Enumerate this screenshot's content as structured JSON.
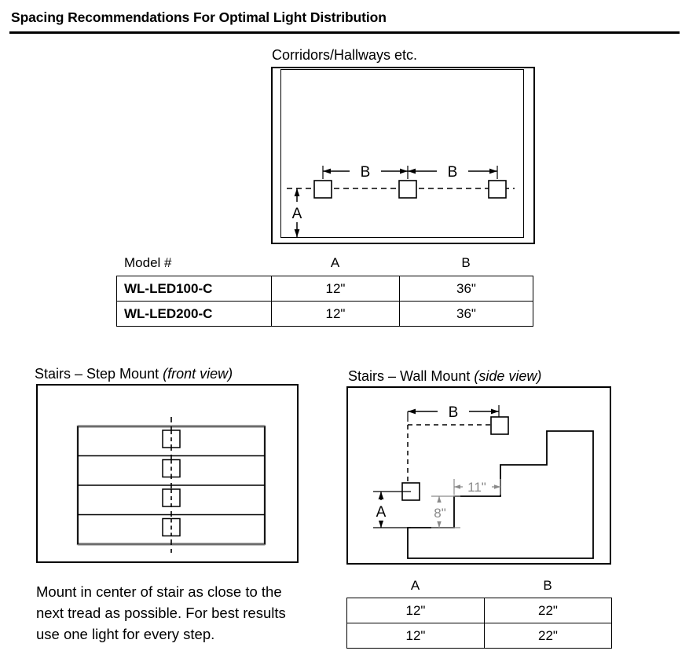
{
  "document": {
    "title": "Spacing Recommendations For Optimal Light Distribution"
  },
  "corridor_section": {
    "caption": "Corridors/Hallways etc.",
    "dimension_labels": {
      "vertical": "A",
      "horizontal_1": "B",
      "horizontal_2": "B"
    },
    "table": {
      "headers": [
        "Model #",
        "A",
        "B"
      ],
      "rows": [
        {
          "model": "WL-LED100-C",
          "a": "12\"",
          "b": "36\""
        },
        {
          "model": "WL-LED200-C",
          "a": "12\"",
          "b": "36\""
        }
      ]
    }
  },
  "step_mount_section": {
    "caption_main": "Stairs – Step Mount ",
    "caption_italic": "(front view)",
    "step_count": 4,
    "note": "Mount in center of stair as close to the next tread as possible. For best results use one light for every step."
  },
  "wall_mount_section": {
    "caption_main": "Stairs – Wall Mount ",
    "caption_italic": "(side view)",
    "dimension_labels": {
      "vertical": "A",
      "horizontal": "B",
      "tread_depth": "11\"",
      "riser_height": "8\""
    },
    "table": {
      "headers": [
        "A",
        "B"
      ],
      "rows": [
        {
          "a": "12\"",
          "b": "22\""
        },
        {
          "a": "12\"",
          "b": "22\""
        }
      ]
    }
  },
  "colors": {
    "ink": "#000000",
    "gray_dim": "#8a8a8a",
    "step_edge": "#6b6b6b"
  }
}
